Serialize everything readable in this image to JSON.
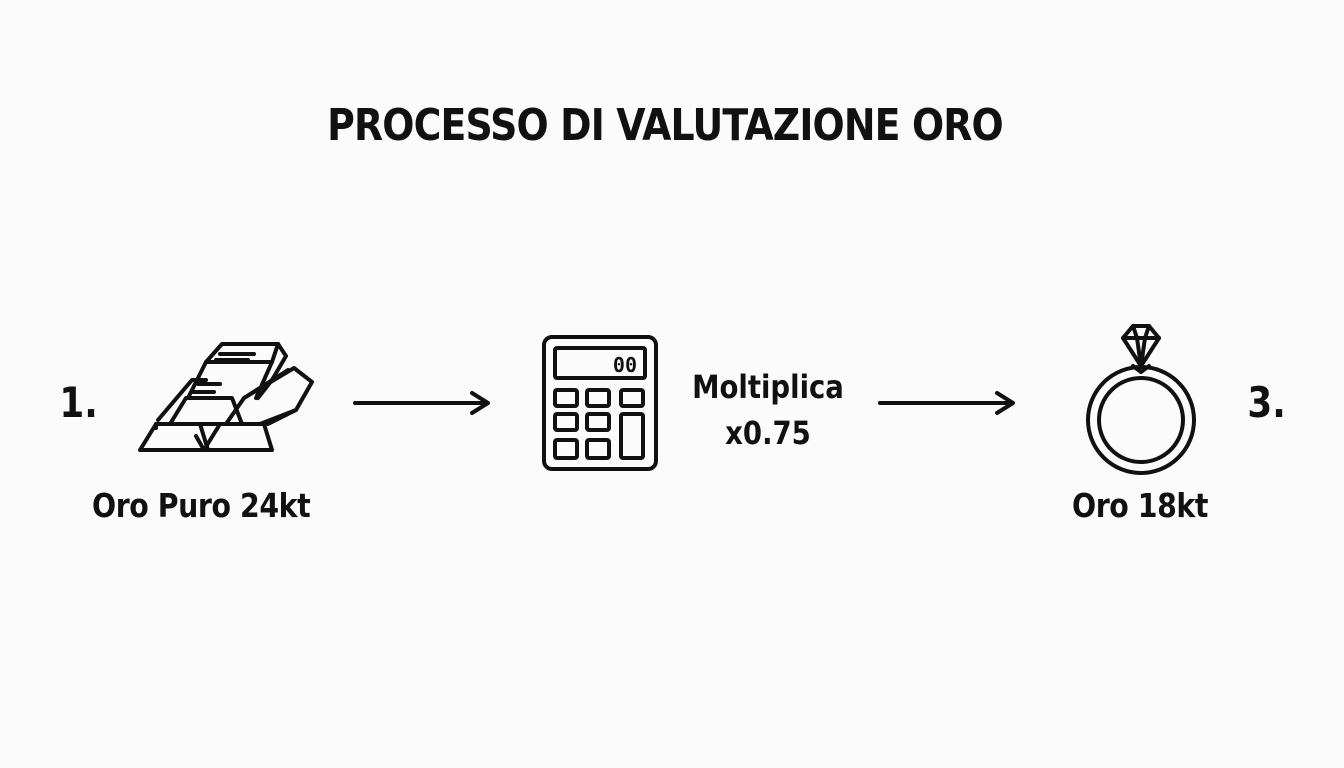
{
  "title": "PROCESSO DI VALUTAZIONE ORO",
  "steps": [
    {
      "number": "1.",
      "label": "Oro Puro 24kt",
      "icon": "gold-bars-icon"
    },
    {
      "label_line1": "Moltiplica",
      "label_line2": "x0.75",
      "icon": "calculator-icon",
      "display": "00"
    },
    {
      "number": "3.",
      "label": "Oro 18kt",
      "icon": "diamond-ring-icon"
    }
  ],
  "colors": {
    "ink": "#111111",
    "background": "#fbfbfb"
  }
}
